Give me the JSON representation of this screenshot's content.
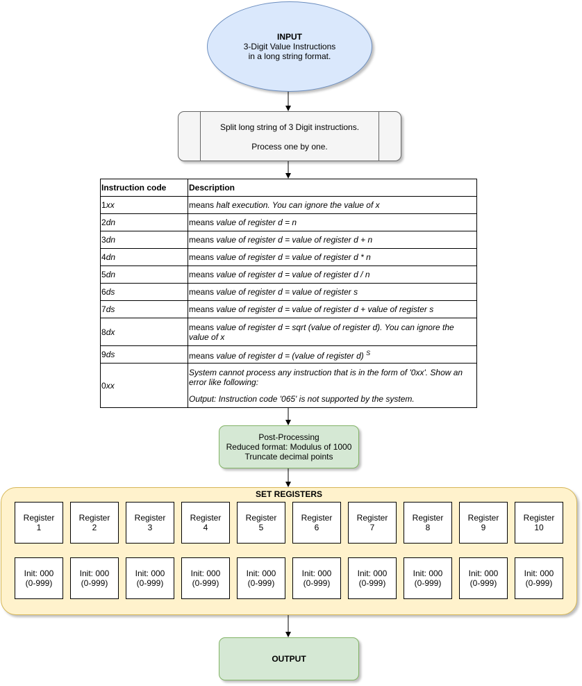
{
  "input": {
    "title": "INPUT",
    "line1": "3-Digit Value Instructions",
    "line2": "in a long string format."
  },
  "split": {
    "line1": "Split long string of 3 Digit instructions.",
    "line2": "Process one by one."
  },
  "instructions": {
    "header_code": "Instruction code",
    "header_desc": "Description",
    "rows": [
      {
        "code_prefix": "1",
        "code_suffix": "xx",
        "desc_plain": "means",
        "desc_italic": " halt execution. You can ignore the value of x"
      },
      {
        "code_prefix": "2",
        "code_suffix": "dn",
        "desc_plain": "means",
        "desc_italic": " value of register d = n"
      },
      {
        "code_prefix": "3",
        "code_suffix": "dn",
        "desc_plain": "means",
        "desc_italic": " value of register d = value of register d + n"
      },
      {
        "code_prefix": "4",
        "code_suffix": "dn",
        "desc_plain": "means",
        "desc_italic": " value of register d = value of register d * n"
      },
      {
        "code_prefix": "5",
        "code_suffix": "dn",
        "desc_plain": "means",
        "desc_italic": " value of register d = value of register d / n"
      },
      {
        "code_prefix": "6",
        "code_suffix": "ds",
        "desc_plain": "means",
        "desc_italic": " value of register d = value of register s"
      },
      {
        "code_prefix": "7",
        "code_suffix": "ds",
        "desc_plain": "means",
        "desc_italic": " value of register d = value of register d + value of register s"
      },
      {
        "code_prefix": "8",
        "code_suffix": "dx",
        "desc_plain": "means",
        "desc_italic": " value of register d = sqrt (value of register d). You can ignore the value of x"
      },
      {
        "code_prefix": "9",
        "code_suffix": "ds",
        "desc_plain": "means",
        "desc_italic": " value of register d = (value of register d) ",
        "desc_sup": "S"
      }
    ],
    "last_row": {
      "code_prefix": "0",
      "code_suffix": "xx",
      "desc_line1": "System cannot process any instruction that is in the form of '0xx'. Show an error like following:",
      "desc_line2": "Output: Instruction code '065' is not supported by the system."
    }
  },
  "post_processing": {
    "line1": "Post-Processing",
    "line2": "Reduced format: Modulus of 1000",
    "line3": "Truncate decimal points"
  },
  "registers": {
    "title": "SET REGISTERS",
    "label": "Register",
    "numbers": [
      "1",
      "2",
      "3",
      "4",
      "5",
      "6",
      "7",
      "8",
      "9",
      "10"
    ],
    "init_line1": "Init: 000",
    "init_line2": "(0-999)"
  },
  "output": {
    "label": "OUTPUT"
  },
  "colors": {
    "input_fill": "#dae8fc",
    "input_stroke": "#6c8ebf",
    "process_fill": "#f5f5f5",
    "green_fill": "#d5e8d4",
    "green_stroke": "#82b366",
    "yellow_fill": "#fff2cc",
    "yellow_stroke": "#d6b656"
  }
}
